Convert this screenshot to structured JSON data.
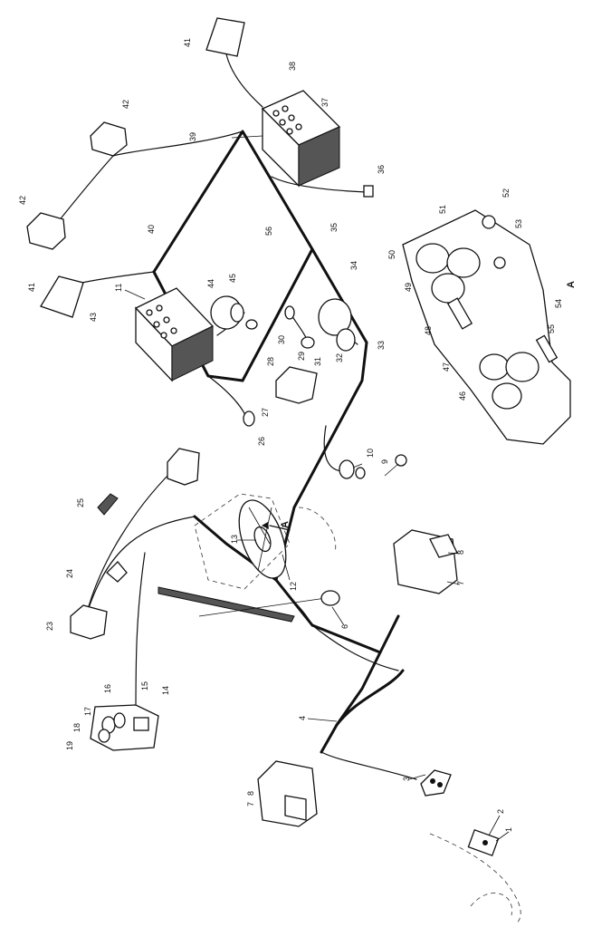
{
  "diagram": {
    "callouts": [
      {
        "id": "c1",
        "text": "1"
      },
      {
        "id": "c2",
        "text": "2"
      },
      {
        "id": "c3",
        "text": "3"
      },
      {
        "id": "c4",
        "text": "4"
      },
      {
        "id": "c6",
        "text": "6"
      },
      {
        "id": "c7a",
        "text": "7"
      },
      {
        "id": "c8a",
        "text": "8"
      },
      {
        "id": "c7b",
        "text": "7"
      },
      {
        "id": "c8b",
        "text": "8"
      },
      {
        "id": "c9",
        "text": "9"
      },
      {
        "id": "c10",
        "text": "10"
      },
      {
        "id": "c11",
        "text": "11"
      },
      {
        "id": "c12",
        "text": "12"
      },
      {
        "id": "c13",
        "text": "13"
      },
      {
        "id": "c14",
        "text": "14"
      },
      {
        "id": "c15",
        "text": "15"
      },
      {
        "id": "c16",
        "text": "16"
      },
      {
        "id": "c17",
        "text": "17"
      },
      {
        "id": "c18",
        "text": "18"
      },
      {
        "id": "c19",
        "text": "19"
      },
      {
        "id": "c23",
        "text": "23"
      },
      {
        "id": "c24",
        "text": "24"
      },
      {
        "id": "c25",
        "text": "25"
      },
      {
        "id": "c26",
        "text": "26"
      },
      {
        "id": "c27",
        "text": "27"
      },
      {
        "id": "c28",
        "text": "28"
      },
      {
        "id": "c29",
        "text": "29"
      },
      {
        "id": "c30",
        "text": "30"
      },
      {
        "id": "c31",
        "text": "31"
      },
      {
        "id": "c32",
        "text": "32"
      },
      {
        "id": "c33",
        "text": "33"
      },
      {
        "id": "c34",
        "text": "34"
      },
      {
        "id": "c35",
        "text": "35"
      },
      {
        "id": "c36",
        "text": "36"
      },
      {
        "id": "c37",
        "text": "37"
      },
      {
        "id": "c38",
        "text": "38"
      },
      {
        "id": "c39",
        "text": "39"
      },
      {
        "id": "c40",
        "text": "40"
      },
      {
        "id": "c41a",
        "text": "41"
      },
      {
        "id": "c41b",
        "text": "41"
      },
      {
        "id": "c42a",
        "text": "42"
      },
      {
        "id": "c42b",
        "text": "42"
      },
      {
        "id": "c43",
        "text": "43"
      },
      {
        "id": "c44",
        "text": "44"
      },
      {
        "id": "c45",
        "text": "45"
      },
      {
        "id": "c46",
        "text": "46"
      },
      {
        "id": "c47",
        "text": "47"
      },
      {
        "id": "c48",
        "text": "48"
      },
      {
        "id": "c49",
        "text": "49"
      },
      {
        "id": "c50",
        "text": "50"
      },
      {
        "id": "c51",
        "text": "51"
      },
      {
        "id": "c52",
        "text": "52"
      },
      {
        "id": "c53",
        "text": "53"
      },
      {
        "id": "c54",
        "text": "54"
      },
      {
        "id": "c55",
        "text": "55"
      },
      {
        "id": "c56",
        "text": "56"
      }
    ],
    "view_marker": "A",
    "detail_marker": "A"
  }
}
